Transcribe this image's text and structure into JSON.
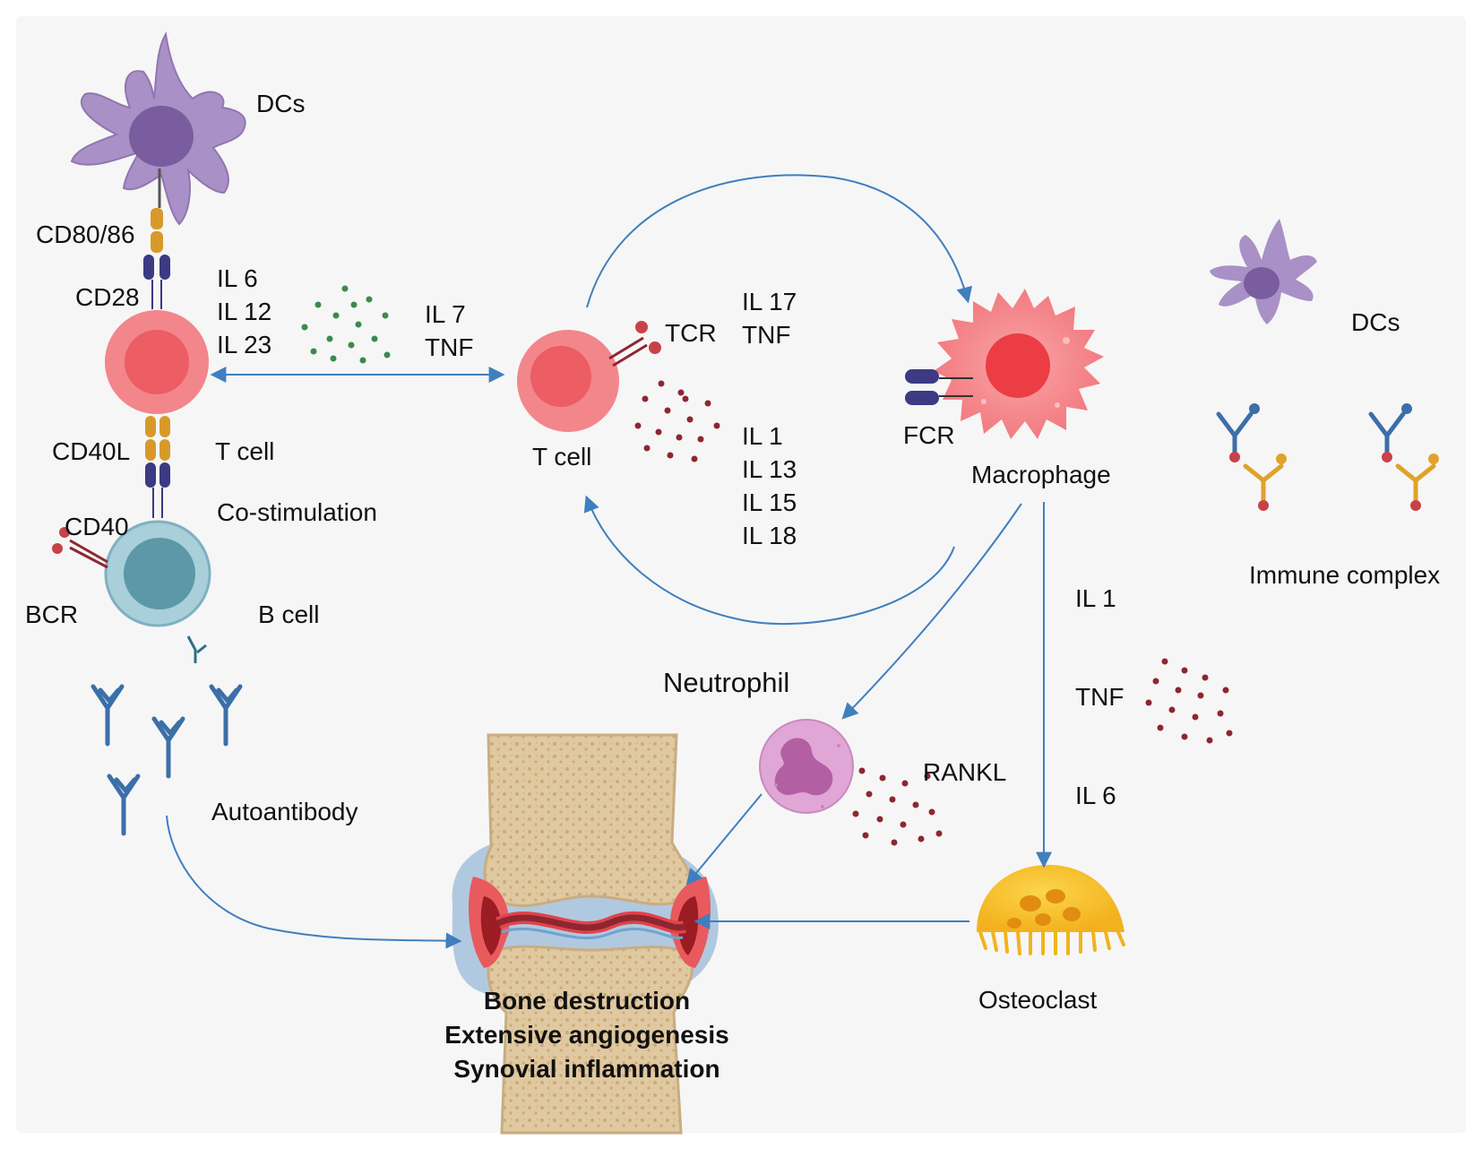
{
  "labels": {
    "dcs_top": "DCs",
    "cd80_86": "CD80/86",
    "cd28": "CD28",
    "t_cell_left": "T cell",
    "cd40l": "CD40L",
    "cd40": "CD40",
    "co_stimulation": "Co-stimulation",
    "bcr": "BCR",
    "b_cell": "B cell",
    "autoantibody": "Autoantibody",
    "tcr": "TCR",
    "t_cell_center": "T cell",
    "fcr": "FCR",
    "macrophage": "Macrophage",
    "dcs_right": "DCs",
    "immune_complex": "Immune complex",
    "neutrophil": "Neutrophil",
    "rankl": "RANKL",
    "osteoclast": "Osteoclast"
  },
  "cytokines": {
    "left_group": [
      "IL 6",
      "IL 12",
      "IL 23"
    ],
    "il7_tnf": [
      "IL 7",
      "TNF"
    ],
    "il17_tnf": [
      "IL 17",
      "TNF"
    ],
    "t_cell_group": [
      "IL 1",
      "IL 13",
      "IL 15",
      "IL 18"
    ],
    "macrophage_il1": "IL 1",
    "macrophage_tnf": "TNF",
    "macrophage_il6": "IL 6"
  },
  "outcomes": [
    "Bone destruction",
    "Extensive angiogenesis",
    "Synovial inflammation"
  ],
  "colors": {
    "dc_purple": "#a990c6",
    "t_cell_pink": "#f2868b",
    "b_cell_blue": "#9fc9d6",
    "macrophage_red": "#f0575c",
    "neutrophil_pink": "#e0a6d6",
    "osteoclast_yellow": "#f7c22c",
    "arrow_blue": "#3f7fbe",
    "antibody_blue": "#3b6fa8",
    "receptor_navy": "#3b3a83",
    "ligand_orange": "#d79a2a",
    "cytokine_green": "#3c8a4a",
    "cytokine_maroon": "#8e2630"
  }
}
